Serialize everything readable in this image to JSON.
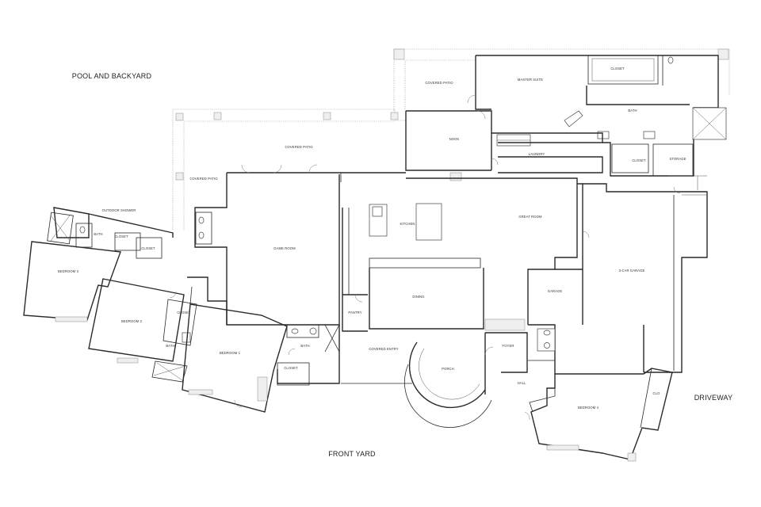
{
  "site_labels": {
    "pool": "POOL AND BACKYARD",
    "front": "FRONT YARD",
    "driveway": "DRIVEWAY"
  },
  "rooms": {
    "covered_patio_master": "COVERED PATIO",
    "master_suite": "MASTER SUITE",
    "master_closet": "CLOSET",
    "master_bath": "BATH",
    "nook": "NOOK",
    "laundry": "LAUNDRY",
    "closet_laundry": "CLOSET",
    "storage": "STORAGE",
    "covered_patio_top": "COVERED PATIO",
    "covered_patio_left": "COVERED PATIO",
    "outdoor_shower": "OUTDOOR SHOWER",
    "game_room": "GAME ROOM",
    "kitchen": "KITCHEN",
    "great_room": "GREAT ROOM",
    "garage_3car": "3-CAR GARAGE",
    "garage": "GARAGE",
    "bath_b3": "BATH",
    "closet_b3": "CLOSET",
    "closet_b3b": "CLOSET",
    "bedroom3": "BEDROOM 3",
    "bedroom2": "BEDROOM 2",
    "closet_b2": "CLOSET",
    "bath_b2": "BATH",
    "bedroom1": "BEDROOM 1",
    "pantry": "PANTRY",
    "dining": "DINING",
    "bath_center": "BATH",
    "closet_center": "CLOSET",
    "covered_entry": "COVERED ENTRY",
    "porch": "PORCH",
    "foyer": "FOYER",
    "hall": "HALL",
    "bedroom4": "BEDROOM 4",
    "clo_b4": "CLO"
  }
}
